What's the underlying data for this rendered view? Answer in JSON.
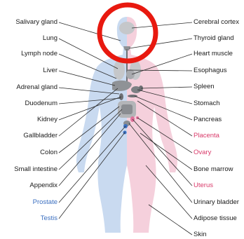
{
  "colors": {
    "male_side": "#c9daf0",
    "female_side": "#f5d0dc",
    "organ_gray": "#8f9296",
    "organ_light": "#c5c7ca",
    "leader_line": "#2b2b2b",
    "highlight_ring": "#e8190f",
    "text_default": "#1a1a1a",
    "text_male": "#3b6fc0",
    "text_female": "#d93a6a"
  },
  "labels_left": [
    {
      "text": "Salivary gland",
      "tone": "default"
    },
    {
      "text": "Lung",
      "tone": "default"
    },
    {
      "text": "Lymph node",
      "tone": "default"
    },
    {
      "text": "Liver",
      "tone": "default"
    },
    {
      "text": "Adrenal gland",
      "tone": "default"
    },
    {
      "text": "Duodenum",
      "tone": "default"
    },
    {
      "text": "Kidney",
      "tone": "default"
    },
    {
      "text": "Gallbladder",
      "tone": "default"
    },
    {
      "text": "Colon",
      "tone": "default"
    },
    {
      "text": "Small intestine",
      "tone": "default"
    },
    {
      "text": "Appendix",
      "tone": "default"
    },
    {
      "text": "Prostate",
      "tone": "male"
    },
    {
      "text": "Testis",
      "tone": "male"
    }
  ],
  "labels_right": [
    {
      "text": "Cerebral cortex",
      "tone": "default"
    },
    {
      "text": "Thyroid gland",
      "tone": "default"
    },
    {
      "text": "Heart muscle",
      "tone": "default"
    },
    {
      "text": "Esophagus",
      "tone": "default"
    },
    {
      "text": "Spleen",
      "tone": "default"
    },
    {
      "text": "Stomach",
      "tone": "default"
    },
    {
      "text": "Pancreas",
      "tone": "default"
    },
    {
      "text": "Placenta",
      "tone": "female"
    },
    {
      "text": "Ovary",
      "tone": "female"
    },
    {
      "text": "Bone marrow",
      "tone": "default"
    },
    {
      "text": "Uterus",
      "tone": "female"
    },
    {
      "text": "Urinary bladder",
      "tone": "default"
    },
    {
      "text": "Adipose tissue",
      "tone": "default"
    },
    {
      "text": "Skin",
      "tone": "default"
    }
  ],
  "highlight": {
    "target": "Thyroid gland",
    "shape": "circle"
  }
}
